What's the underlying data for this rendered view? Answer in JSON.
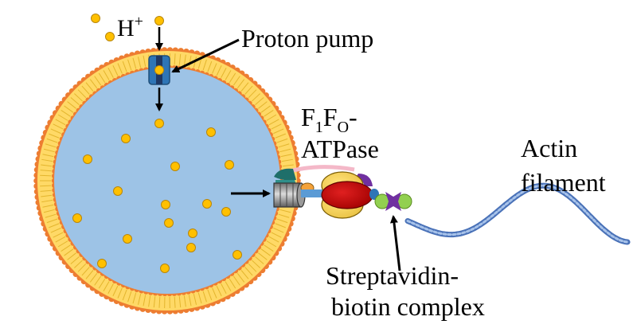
{
  "labels": {
    "proton_ion": "H",
    "proton_charge": "+",
    "proton_pump": "Proton pump",
    "atpase_f": "F",
    "atpase_sub1": "1",
    "atpase_f2": "F",
    "atpase_sub2": "O",
    "atpase_dash": "-",
    "atpase_line2": "ATPase",
    "actin_line1": "Actin",
    "actin_line2": "filament",
    "strep_line1": "Streptavidin-",
    "strep_line2": "biotin complex"
  },
  "colors": {
    "membrane_orange": "#ED7D31",
    "membrane_yellow": "#FFD966",
    "vesicle_interior": "#9DC3E6",
    "proton": "#FFC000",
    "pump_blue": "#2E75B6",
    "rotor_red": "#C00000",
    "streptavidin_purple": "#7030A0",
    "biotin_green": "#92D050",
    "actin_blue": "#5B83C8"
  },
  "icons": {
    "proton": "circle",
    "pump": "membrane-channel",
    "atpase": "molecular-motor",
    "streptavidin": "cross-shape",
    "actin": "helical-filament"
  }
}
